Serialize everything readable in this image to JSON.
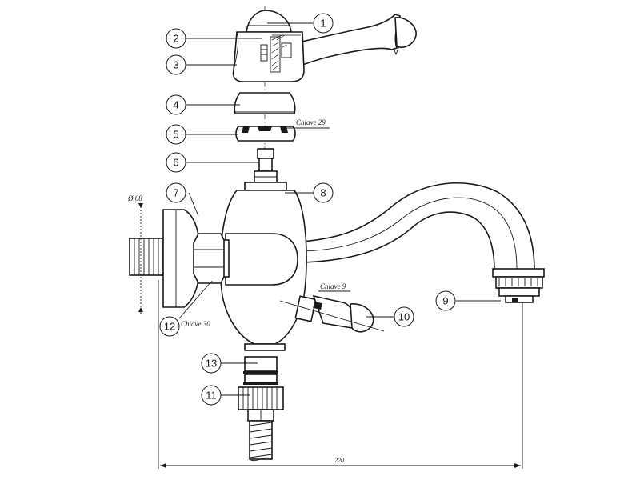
{
  "callouts": {
    "c1": "1",
    "c2": "2",
    "c3": "3",
    "c4": "4",
    "c5": "5",
    "c6": "6",
    "c7": "7",
    "c8": "8",
    "c9": "9",
    "c10": "10",
    "c11": "11",
    "c12": "12",
    "c13": "13"
  },
  "notes": {
    "chiave_29": "Chiave 29",
    "chiave_9": "Chiave 9",
    "chiave_30": "Chiave 30",
    "diameter": "Ø 68",
    "overall_length": "220"
  }
}
